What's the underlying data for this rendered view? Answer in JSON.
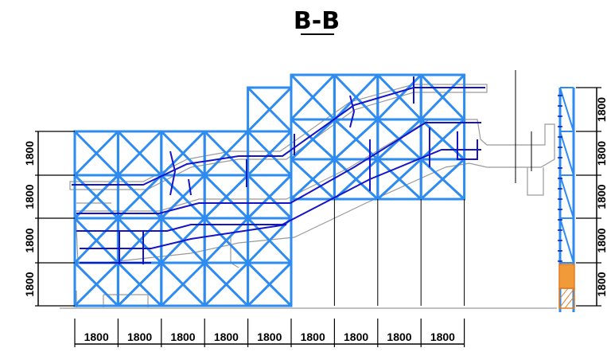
{
  "title": "B-B",
  "bottom_dims": [
    "1800",
    "1800",
    "1800",
    "1800",
    "1800",
    "1800",
    "1800",
    "1800",
    "1800"
  ],
  "left_dims": [
    "1800",
    "1800",
    "1800",
    "1800"
  ],
  "right_dims": [
    "1800",
    "1800",
    "1800",
    "1800",
    "1800"
  ],
  "colors": {
    "scaffold": "#2e8bf0",
    "escalator_brace": "#1414c8",
    "outline": "#9a9a9a",
    "dimension": "#000000",
    "base_block": "#e57a1a"
  }
}
